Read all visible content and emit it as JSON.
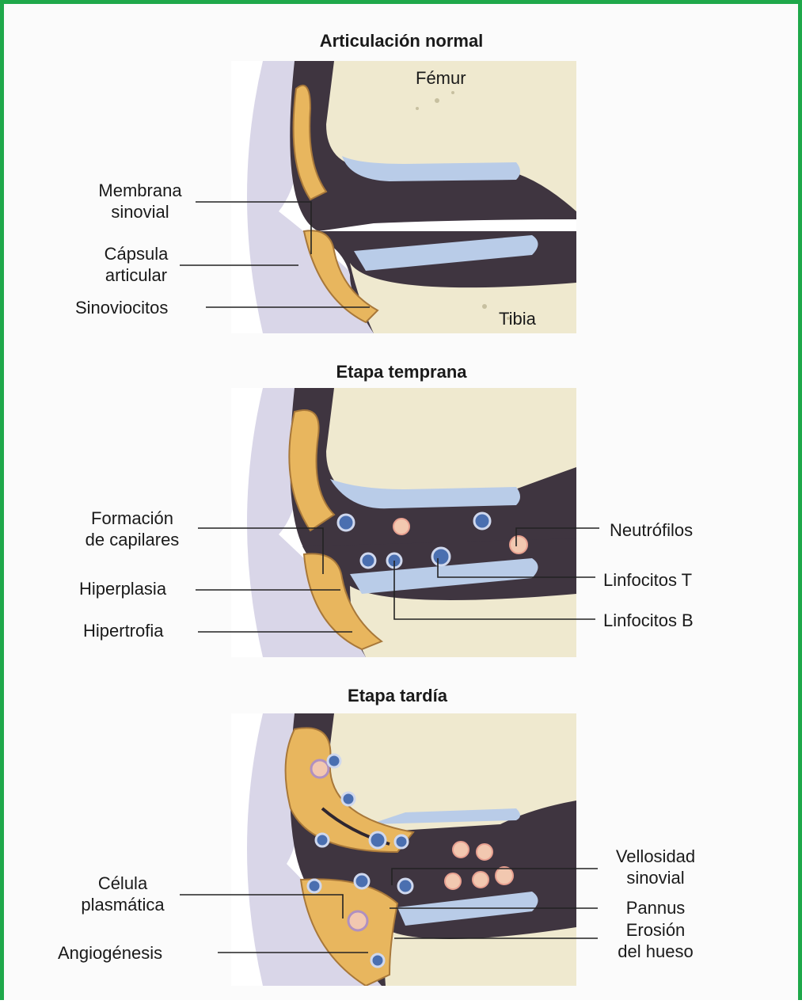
{
  "panels": [
    {
      "title": "Articulación normal",
      "labels": {
        "femur": "Fémur",
        "tibia": "Tibia",
        "membrana": "Membrana\nsinovial",
        "capsula": "Cápsula\narticular",
        "sinoviocitos": "Sinoviocitos"
      }
    },
    {
      "title": "Etapa temprana",
      "labels": {
        "capilares": "Formación\nde capilares",
        "hiperplasia": "Hiperplasia",
        "hipertrofia": "Hipertrofia",
        "neutrofilos": "Neutrófilos",
        "linfocitos_t": "Linfocitos T",
        "linfocitos_b": "Linfocitos B"
      }
    },
    {
      "title": "Etapa tardía",
      "labels": {
        "plasmatica": "Célula\nplasmática",
        "angiogenesis": "Angiogénesis",
        "vellosidad": "Vellosidad\nsinovial",
        "pannus": "Pannus",
        "erosion": "Erosión\ndel hueso"
      }
    }
  ],
  "colors": {
    "frame": "#1fa84a",
    "bone": "#efe9cf",
    "cartilage": "#b9cce8",
    "synovial_fluid": "#3f3540",
    "synovium": "#e8b65e",
    "capsule": "#d9d6e8"
  }
}
